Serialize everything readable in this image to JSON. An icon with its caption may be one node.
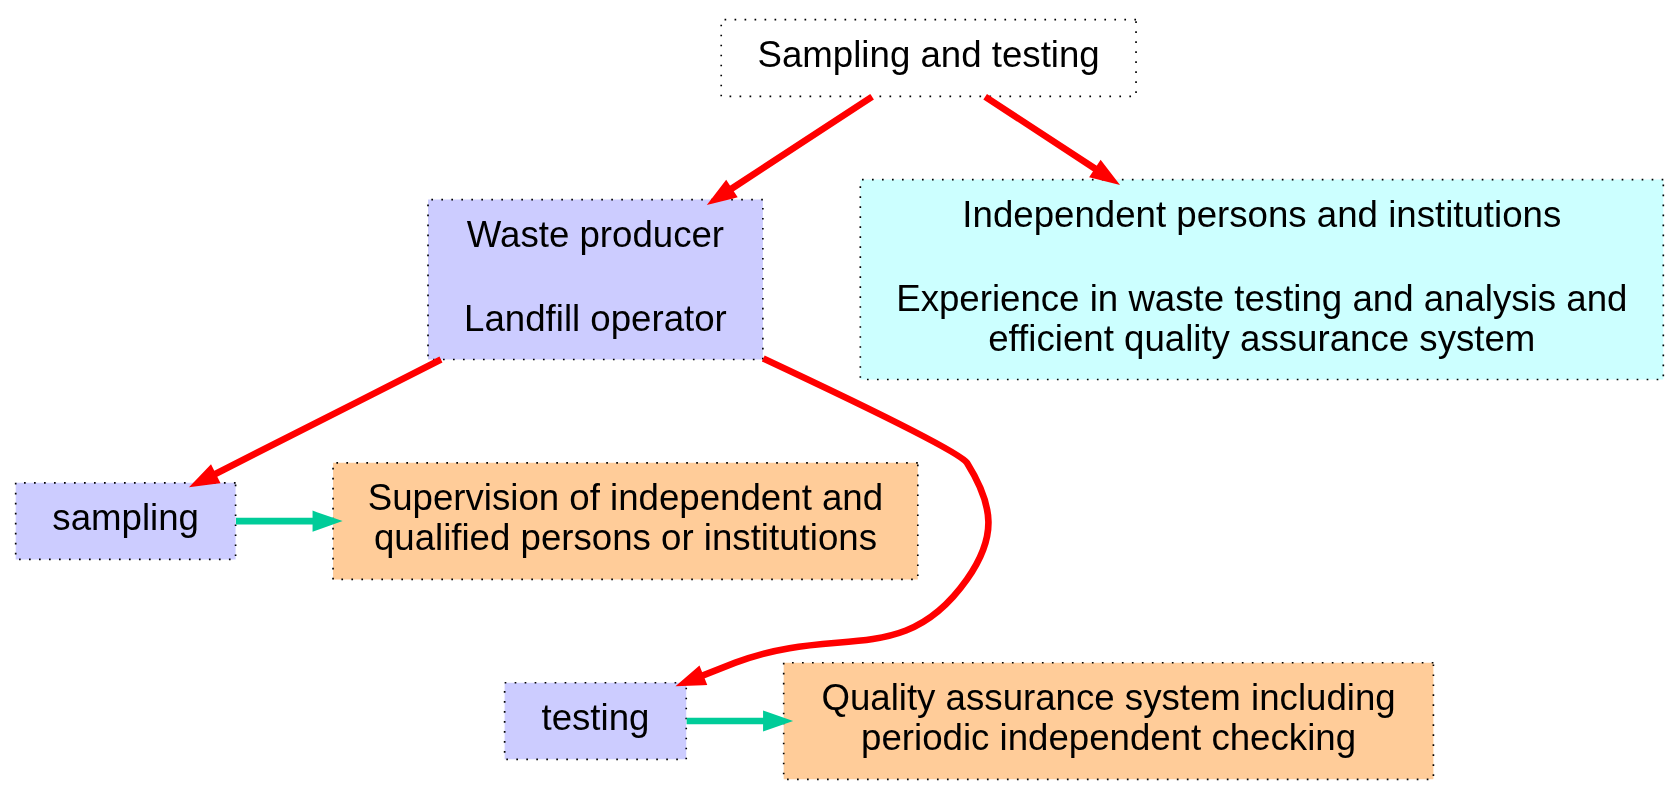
{
  "diagram": {
    "nodes": [
      {
        "text": [
          "Sampling and testing"
        ]
      },
      {
        "text": [
          "Waste producer",
          "Landfill operator"
        ]
      },
      {
        "text": [
          "Independent persons and institutions",
          "Experience in waste testing and analysis and efficient quality assurance system"
        ]
      },
      {
        "text": [
          "sampling"
        ]
      },
      {
        "text": [
          "Supervision of independent and qualified persons or institutions"
        ]
      },
      {
        "text": [
          "testing"
        ]
      },
      {
        "text": [
          "Quality assurance system including periodic independent checking"
        ]
      }
    ],
    "edges": [
      {
        "from": 0,
        "to": 1,
        "arrow": "to"
      },
      {
        "from": 0,
        "to": 2,
        "arrow": "to"
      },
      {
        "from": 1,
        "to": 3,
        "arrow": "to"
      },
      {
        "from": 1,
        "to": 5,
        "arrow": "to"
      },
      {
        "from": 3,
        "to": 4,
        "arrow": "to",
        "color": "#00cc99"
      },
      {
        "from": 5,
        "to": 6,
        "arrow": "to",
        "color": "#00cc99"
      }
    ]
  }
}
